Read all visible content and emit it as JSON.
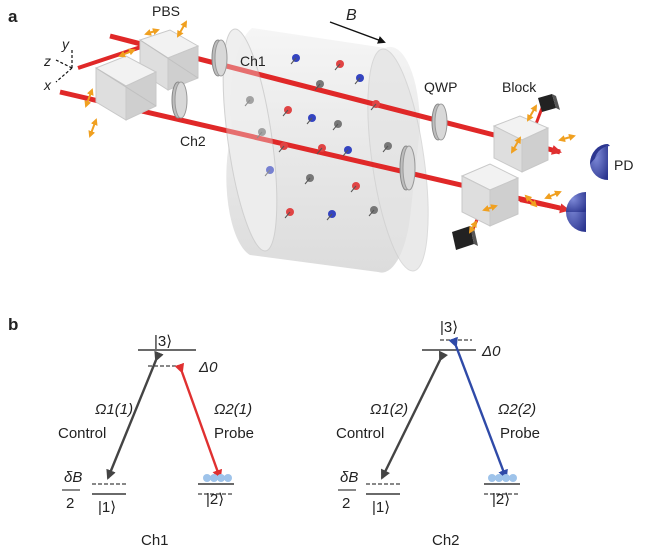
{
  "panel_a": {
    "label": "a",
    "labels": {
      "pbs": "PBS",
      "b_field": "B",
      "ch1": "Ch1",
      "ch2": "Ch2",
      "qwp": "QWP",
      "block": "Block",
      "pd": "PD",
      "axis_x": "x",
      "axis_y": "y",
      "axis_z": "z"
    },
    "colors": {
      "beam": "#e02828",
      "polarization_arrow": "#f0a020",
      "atom_red": "#e04444",
      "atom_blue": "#3444c0",
      "atom_gray": "#777777",
      "detector": "#3c4ab8",
      "cell": "#dcdcdc",
      "block": "#222222"
    },
    "icons": [
      "polarizing-beam-splitter-icon",
      "waveplate-icon",
      "vapor-cell-icon",
      "photodetector-icon",
      "beam-block-icon",
      "atom-icon"
    ]
  },
  "panel_b": {
    "label": "b",
    "channels": [
      {
        "name": "Ch1",
        "level3": "|3⟩",
        "level2": "|2⟩",
        "level1": "|1⟩",
        "detuning": "Δ0",
        "splitting_top": "δB",
        "splitting_bottom": "2",
        "control_rabi": "Ω1(1)",
        "probe_rabi": "Ω2(1)",
        "control_label": "Control",
        "probe_label": "Probe",
        "control_color": "#444444",
        "probe_color": "#e03030"
      },
      {
        "name": "Ch2",
        "level3": "|3⟩",
        "level2": "|2⟩",
        "level1": "|1⟩",
        "detuning": "Δ0",
        "splitting_top": "δB",
        "splitting_bottom": "2",
        "control_rabi": "Ω1(2)",
        "probe_rabi": "Ω2(2)",
        "control_label": "Control",
        "probe_label": "Probe",
        "control_color": "#444444",
        "probe_color": "#2f4aa8"
      }
    ],
    "population_color": "#9ec3ea"
  }
}
